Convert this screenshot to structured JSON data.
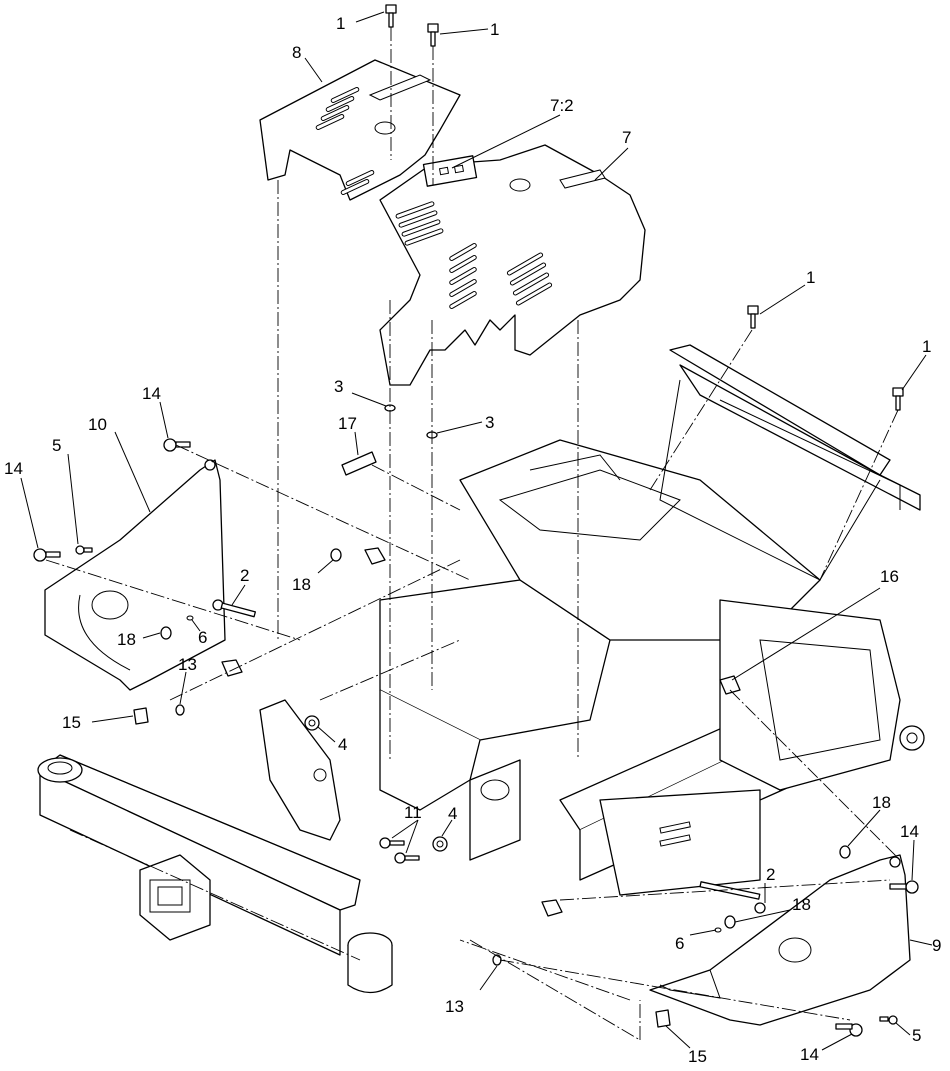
{
  "diagram": {
    "callouts": [
      {
        "label": "1"
      },
      {
        "label": "1"
      },
      {
        "label": "8"
      },
      {
        "label": "7:2"
      },
      {
        "label": "7"
      },
      {
        "label": "1"
      },
      {
        "label": "1"
      },
      {
        "label": "3"
      },
      {
        "label": "3"
      },
      {
        "label": "17"
      },
      {
        "label": "14"
      },
      {
        "label": "10"
      },
      {
        "label": "5"
      },
      {
        "label": "14"
      },
      {
        "label": "2"
      },
      {
        "label": "18"
      },
      {
        "label": "18"
      },
      {
        "label": "6"
      },
      {
        "label": "13"
      },
      {
        "label": "15"
      },
      {
        "label": "4"
      },
      {
        "label": "16"
      },
      {
        "label": "11"
      },
      {
        "label": "4"
      },
      {
        "label": "18"
      },
      {
        "label": "14"
      },
      {
        "label": "2"
      },
      {
        "label": "18"
      },
      {
        "label": "6"
      },
      {
        "label": "9"
      },
      {
        "label": "13"
      },
      {
        "label": "15"
      },
      {
        "label": "14"
      },
      {
        "label": "5"
      }
    ]
  }
}
